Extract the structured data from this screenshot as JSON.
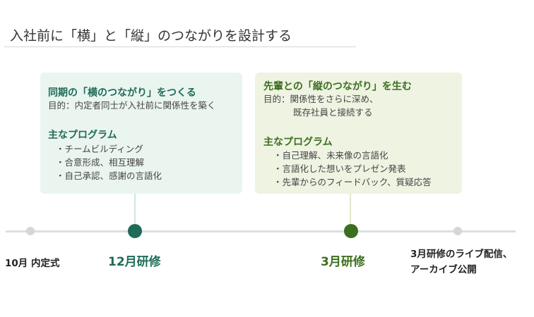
{
  "title": "入社前に「横」と「縦」のつながりを設計する",
  "colors": {
    "left_accent": "#1e6b57",
    "left_bg": "#eaf5ef",
    "left_connector": "#cfe8dc",
    "right_accent": "#3c6e1f",
    "right_bg": "#eef3e2",
    "right_connector": "#dfe8c9",
    "timeline": "#dedede",
    "milestone_small": "#d6d6d6"
  },
  "cards": {
    "left": {
      "heading": "同期の「横のつながり」をつくる",
      "purpose": "目的：内定者同士が入社前に関係性を築く",
      "program_heading": "主なプログラム",
      "items": [
        "チームビルディング",
        "合意形成、相互理解",
        "自己承認、感謝の言語化"
      ]
    },
    "right": {
      "heading": "先輩との「縦のつながり」を生む",
      "purpose_line1": "目的：関係性をさらに深め、",
      "purpose_line2": "既存社員と接続する",
      "program_heading": "主なプログラム",
      "items": [
        "自己理解、未来像の言語化",
        "言語化した想いをプレゼン発表",
        "先輩からのフィードバック、質疑応答"
      ]
    }
  },
  "milestones": {
    "m1": "10月 内定式",
    "m2": "12月研修",
    "m3": "3月研修",
    "m4_line1": "3月研修のライブ配信、",
    "m4_line2": "アーカイブ公開"
  }
}
